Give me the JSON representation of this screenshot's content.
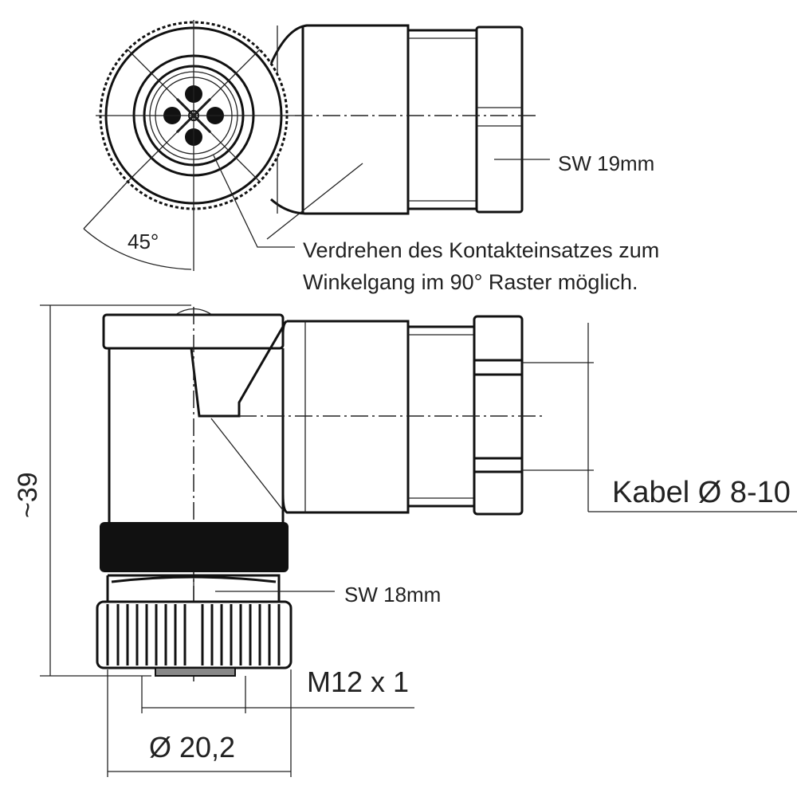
{
  "labels": {
    "sw_top": "SW 19mm",
    "angle": "45°",
    "note_line1": "Verdrehen des Kontakteinsatzes zum",
    "note_line2": "Winkelgang im 90° Raster möglich.",
    "cable": "Kabel Ø 8-10",
    "sw_bottom": "SW 18mm",
    "thread": "M12 x 1",
    "length": "~39",
    "diameter": "Ø 20,2"
  },
  "colors": {
    "line": "#111111",
    "background": "#ffffff"
  }
}
